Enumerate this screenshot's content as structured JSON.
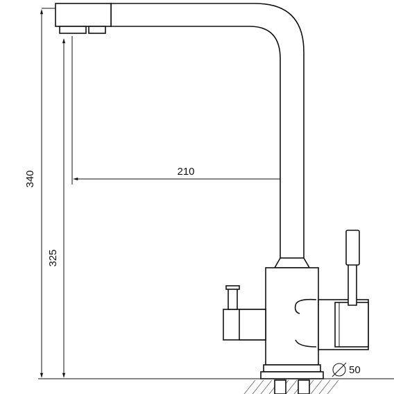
{
  "drawing": {
    "dimensions": {
      "total_height": "340",
      "spout_height": "325",
      "spout_reach": "210",
      "base_diameter": "50"
    }
  },
  "colors": {
    "line": "#111111",
    "background": "#ffffff",
    "hatch": "#777777"
  }
}
